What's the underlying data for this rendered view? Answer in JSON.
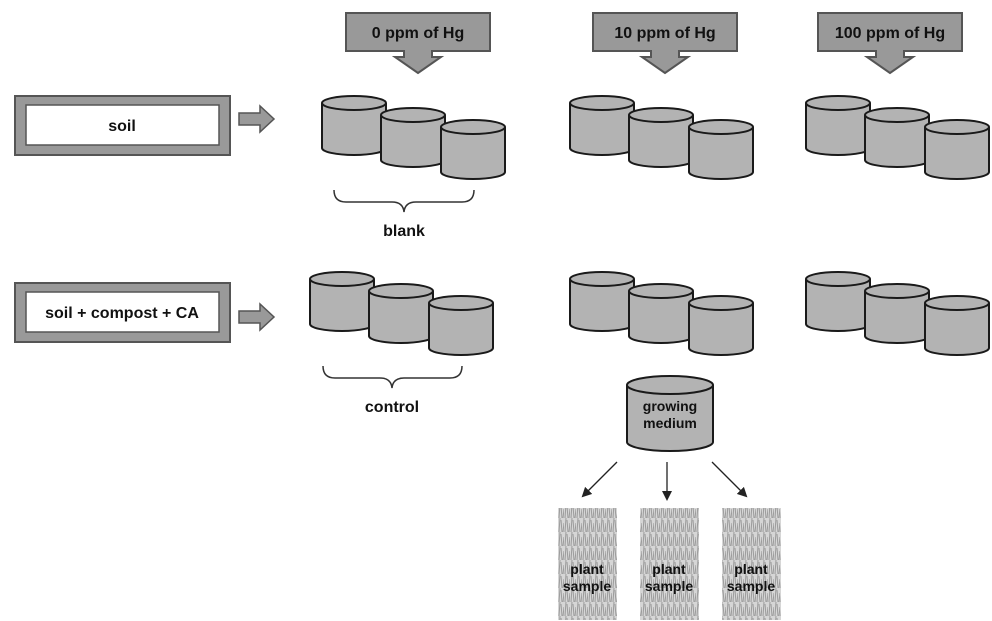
{
  "columns": [
    {
      "label": "0 ppm of Hg"
    },
    {
      "label": "10 ppm of Hg"
    },
    {
      "label": "100 ppm of Hg"
    }
  ],
  "rows": [
    {
      "label": "soil",
      "group_label": "blank"
    },
    {
      "label": "soil + compost + CA",
      "group_label": "control"
    }
  ],
  "medium_label": [
    "growing",
    "medium"
  ],
  "plant_samples": [
    {
      "label": [
        "plant",
        "sample"
      ]
    },
    {
      "label": [
        "plant",
        "sample"
      ]
    },
    {
      "label": [
        "plant",
        "sample"
      ]
    }
  ],
  "colors": {
    "fill": "#b3b3b3",
    "outline": "#1a1a1a",
    "box_border": "#888888",
    "arrow_fill": "#999999",
    "arrow_stroke": "#555555"
  }
}
